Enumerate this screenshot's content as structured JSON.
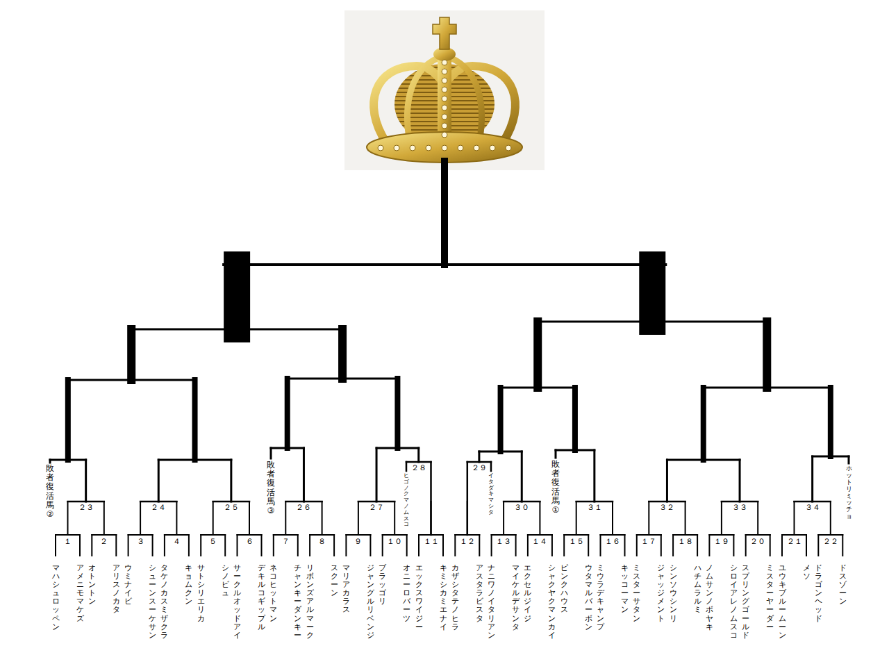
{
  "diagram": {
    "labels": [
      "マハシュロッペン",
      "アメニモマケズ",
      "オトントン",
      "アリスノカタ",
      "ウミナイビ",
      "シューンスーケサン",
      "タケノカスミザクラ",
      "キョムクン",
      "サトシリエリカ",
      "シノビュ",
      "サークルオッドアイ",
      "デキルコギップル",
      "ネコヒットマン",
      "チャンキーダンキー",
      "リボンズアルマーク",
      "スクーン",
      "マリアカラス",
      "ジャングルリベンジ",
      "ブラッゴリ",
      "オニーロバーツ",
      "エックスワイジー",
      "キミシカミエナイ",
      "カザシタテノヒラ",
      "アスタラビスタ",
      "ナニワノイタリアン",
      "マイケルデサンタ",
      "エクセルジイジ",
      "シャクヤクマンカイ",
      "ピンクハウス",
      "ウタマルバーボン",
      "ミウラデキャンプ",
      "キッコーマン",
      "ミスターサタン",
      "ジャッジメント",
      "シンソウシンリ",
      "ハチムラルミ",
      "ノムサンノボヤキ",
      "シロイアレノムスコ",
      "スプリングゴールド",
      "ミスターヤーダー",
      "ユウキブルームーン",
      "メソ",
      "ドラゴンヘッド",
      "ドスゾーン",
      "１",
      "２",
      "３",
      "４",
      "５",
      "６",
      "７",
      "８",
      "９",
      "１０",
      "１１",
      "１２",
      "１３",
      "１４",
      "１５",
      "１６",
      "１７",
      "１８",
      "１９",
      "２０",
      "２１",
      "２２",
      "２３",
      "２４",
      "２５",
      "２６",
      "２７",
      "２８",
      "２９",
      "３０",
      "３１",
      "３２",
      "３３",
      "３４",
      "敗者復活馬②",
      "敗者復活馬③",
      "ヒゴノクマノムスコ",
      "イタダキマシタ",
      "敗者復活馬①",
      "ホットリミッチョ"
    ]
  }
}
